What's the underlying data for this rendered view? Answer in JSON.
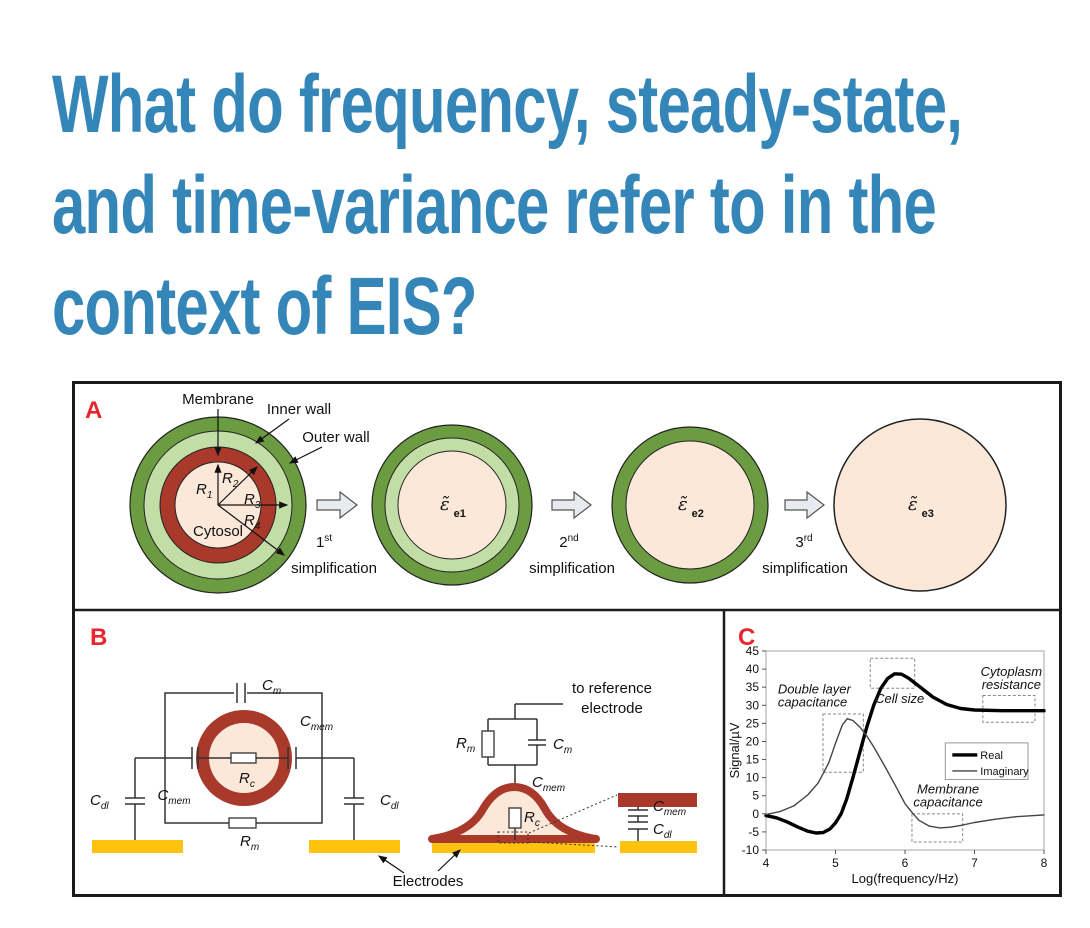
{
  "title": {
    "lines": [
      "What do frequency, steady-state,",
      "and time-variance refer to in the",
      "context of EIS?"
    ],
    "color": "#3586b8"
  },
  "figure": {
    "panel_a": {
      "letter": "A",
      "membrane": "Membrane",
      "inner_wall": "Inner wall",
      "outer_wall": "Outer wall",
      "cytosol": "Cytosol",
      "radii": [
        {
          "main": "R",
          "sub": "1"
        },
        {
          "main": "R",
          "sub": "2"
        },
        {
          "main": "R",
          "sub": "3"
        },
        {
          "main": "R",
          "sub": "4"
        }
      ],
      "epsilon": [
        {
          "main": "ε̃",
          "sub": "e1"
        },
        {
          "main": "ε̃",
          "sub": "e2"
        },
        {
          "main": "ε̃",
          "sub": "e3"
        }
      ],
      "steps": [
        {
          "num": "1",
          "ord": "st",
          "word": "simplification"
        },
        {
          "num": "2",
          "ord": "nd",
          "word": "simplification"
        },
        {
          "num": "3",
          "ord": "rd",
          "word": "simplification"
        }
      ]
    },
    "panel_b": {
      "letter": "B",
      "sym": {
        "cm": {
          "main": "C",
          "sub": "m"
        },
        "cmem": {
          "main": "C",
          "sub": "mem"
        },
        "cdl": {
          "main": "C",
          "sub": "dl"
        },
        "rc": {
          "main": "R",
          "sub": "c"
        },
        "rm": {
          "main": "R",
          "sub": "m"
        }
      },
      "to_reference_line1": "to reference",
      "to_reference_line2": "electrode",
      "electrodes_label": "Electrodes"
    },
    "panel_c": {
      "letter": "C"
    }
  },
  "colors": {
    "dark_green": "#6b9c41",
    "light_green": "#c3dda6",
    "brick_red": "#a93a2b",
    "cream": "#fce8d8",
    "electrode_yellow": "#ffc20e",
    "panel_letter_red": "#e8262c",
    "title_blue": "#3586b8"
  },
  "chart_data": {
    "type": "line",
    "title": "",
    "xlabel": "Log(frequency/Hz)",
    "ylabel": "Signal/µV",
    "xlim": [
      4,
      8
    ],
    "ylim": [
      -10,
      45
    ],
    "xticks": [
      4,
      5,
      6,
      7,
      8
    ],
    "yticks": [
      -10,
      -5,
      0,
      5,
      10,
      15,
      20,
      25,
      30,
      35,
      40,
      45
    ],
    "grid": false,
    "legend_position": "middle-right",
    "legend_box": {
      "x1": 6.58,
      "y1": 9.5,
      "x2": 7.77,
      "y2": 19.6
    },
    "series": [
      {
        "name": "Real",
        "points": [
          [
            4.0,
            -0.5
          ],
          [
            4.15,
            -1.1
          ],
          [
            4.3,
            -2.2
          ],
          [
            4.45,
            -3.6
          ],
          [
            4.6,
            -4.8
          ],
          [
            4.72,
            -5.3
          ],
          [
            4.82,
            -5.2
          ],
          [
            4.92,
            -4.2
          ],
          [
            5.0,
            -2.5
          ],
          [
            5.08,
            0
          ],
          [
            5.16,
            4
          ],
          [
            5.25,
            10
          ],
          [
            5.35,
            17
          ],
          [
            5.45,
            24
          ],
          [
            5.55,
            30
          ],
          [
            5.65,
            34.6
          ],
          [
            5.75,
            37.4
          ],
          [
            5.85,
            38.7
          ],
          [
            5.95,
            38.6
          ],
          [
            6.05,
            37.5
          ],
          [
            6.2,
            35.3
          ],
          [
            6.4,
            32.3
          ],
          [
            6.6,
            30.2
          ],
          [
            6.8,
            29.1
          ],
          [
            7.0,
            28.7
          ],
          [
            7.4,
            28.5
          ],
          [
            8.0,
            28.5
          ]
        ]
      },
      {
        "name": "Imaginary",
        "points": [
          [
            4.0,
            -0.2
          ],
          [
            4.2,
            0.6
          ],
          [
            4.4,
            2.2
          ],
          [
            4.6,
            5.2
          ],
          [
            4.75,
            8.5
          ],
          [
            4.9,
            14
          ],
          [
            5.0,
            19.5
          ],
          [
            5.1,
            24.6
          ],
          [
            5.17,
            26.3
          ],
          [
            5.25,
            25.8
          ],
          [
            5.35,
            24
          ],
          [
            5.45,
            21.5
          ],
          [
            5.55,
            18.5
          ],
          [
            5.7,
            13.5
          ],
          [
            5.85,
            8.2
          ],
          [
            6.0,
            2.8
          ],
          [
            6.1,
            0.4
          ],
          [
            6.2,
            -1.8
          ],
          [
            6.35,
            -3.4
          ],
          [
            6.5,
            -3.9
          ],
          [
            6.65,
            -3.7
          ],
          [
            6.8,
            -3.2
          ],
          [
            7.0,
            -2.4
          ],
          [
            7.3,
            -1.5
          ],
          [
            7.6,
            -0.8
          ],
          [
            8.0,
            -0.3
          ]
        ]
      }
    ],
    "regions": [
      {
        "label": "Double layer capacitance",
        "x1": 4.82,
        "x2": 5.4,
        "y1": 11.5,
        "y2": 27.6
      },
      {
        "label": "Cell size",
        "x1": 5.5,
        "x2": 6.14,
        "y1": 34.7,
        "y2": 43.0
      },
      {
        "label": "Cytoplasm resistance",
        "x1": 7.12,
        "x2": 7.87,
        "y1": 25.3,
        "y2": 32.7
      },
      {
        "label": "Membrane capacitance",
        "x1": 6.1,
        "x2": 6.83,
        "y1": -7.8,
        "y2": 0.0
      }
    ],
    "annotations": [
      {
        "lines": [
          "Double layer",
          "capacitance"
        ],
        "x": 4.17,
        "y": 33.2,
        "anchor": "start"
      },
      {
        "lines": [
          "Cell size"
        ],
        "x": 5.57,
        "y": 30.6,
        "anchor": "start"
      },
      {
        "lines": [
          "Cytoplasm",
          "resistance"
        ],
        "x": 7.53,
        "y": 38.1,
        "anchor": "middle"
      },
      {
        "lines": [
          "Membrane",
          "capacitance"
        ],
        "x": 6.62,
        "y": 5.6,
        "anchor": "middle"
      }
    ]
  }
}
